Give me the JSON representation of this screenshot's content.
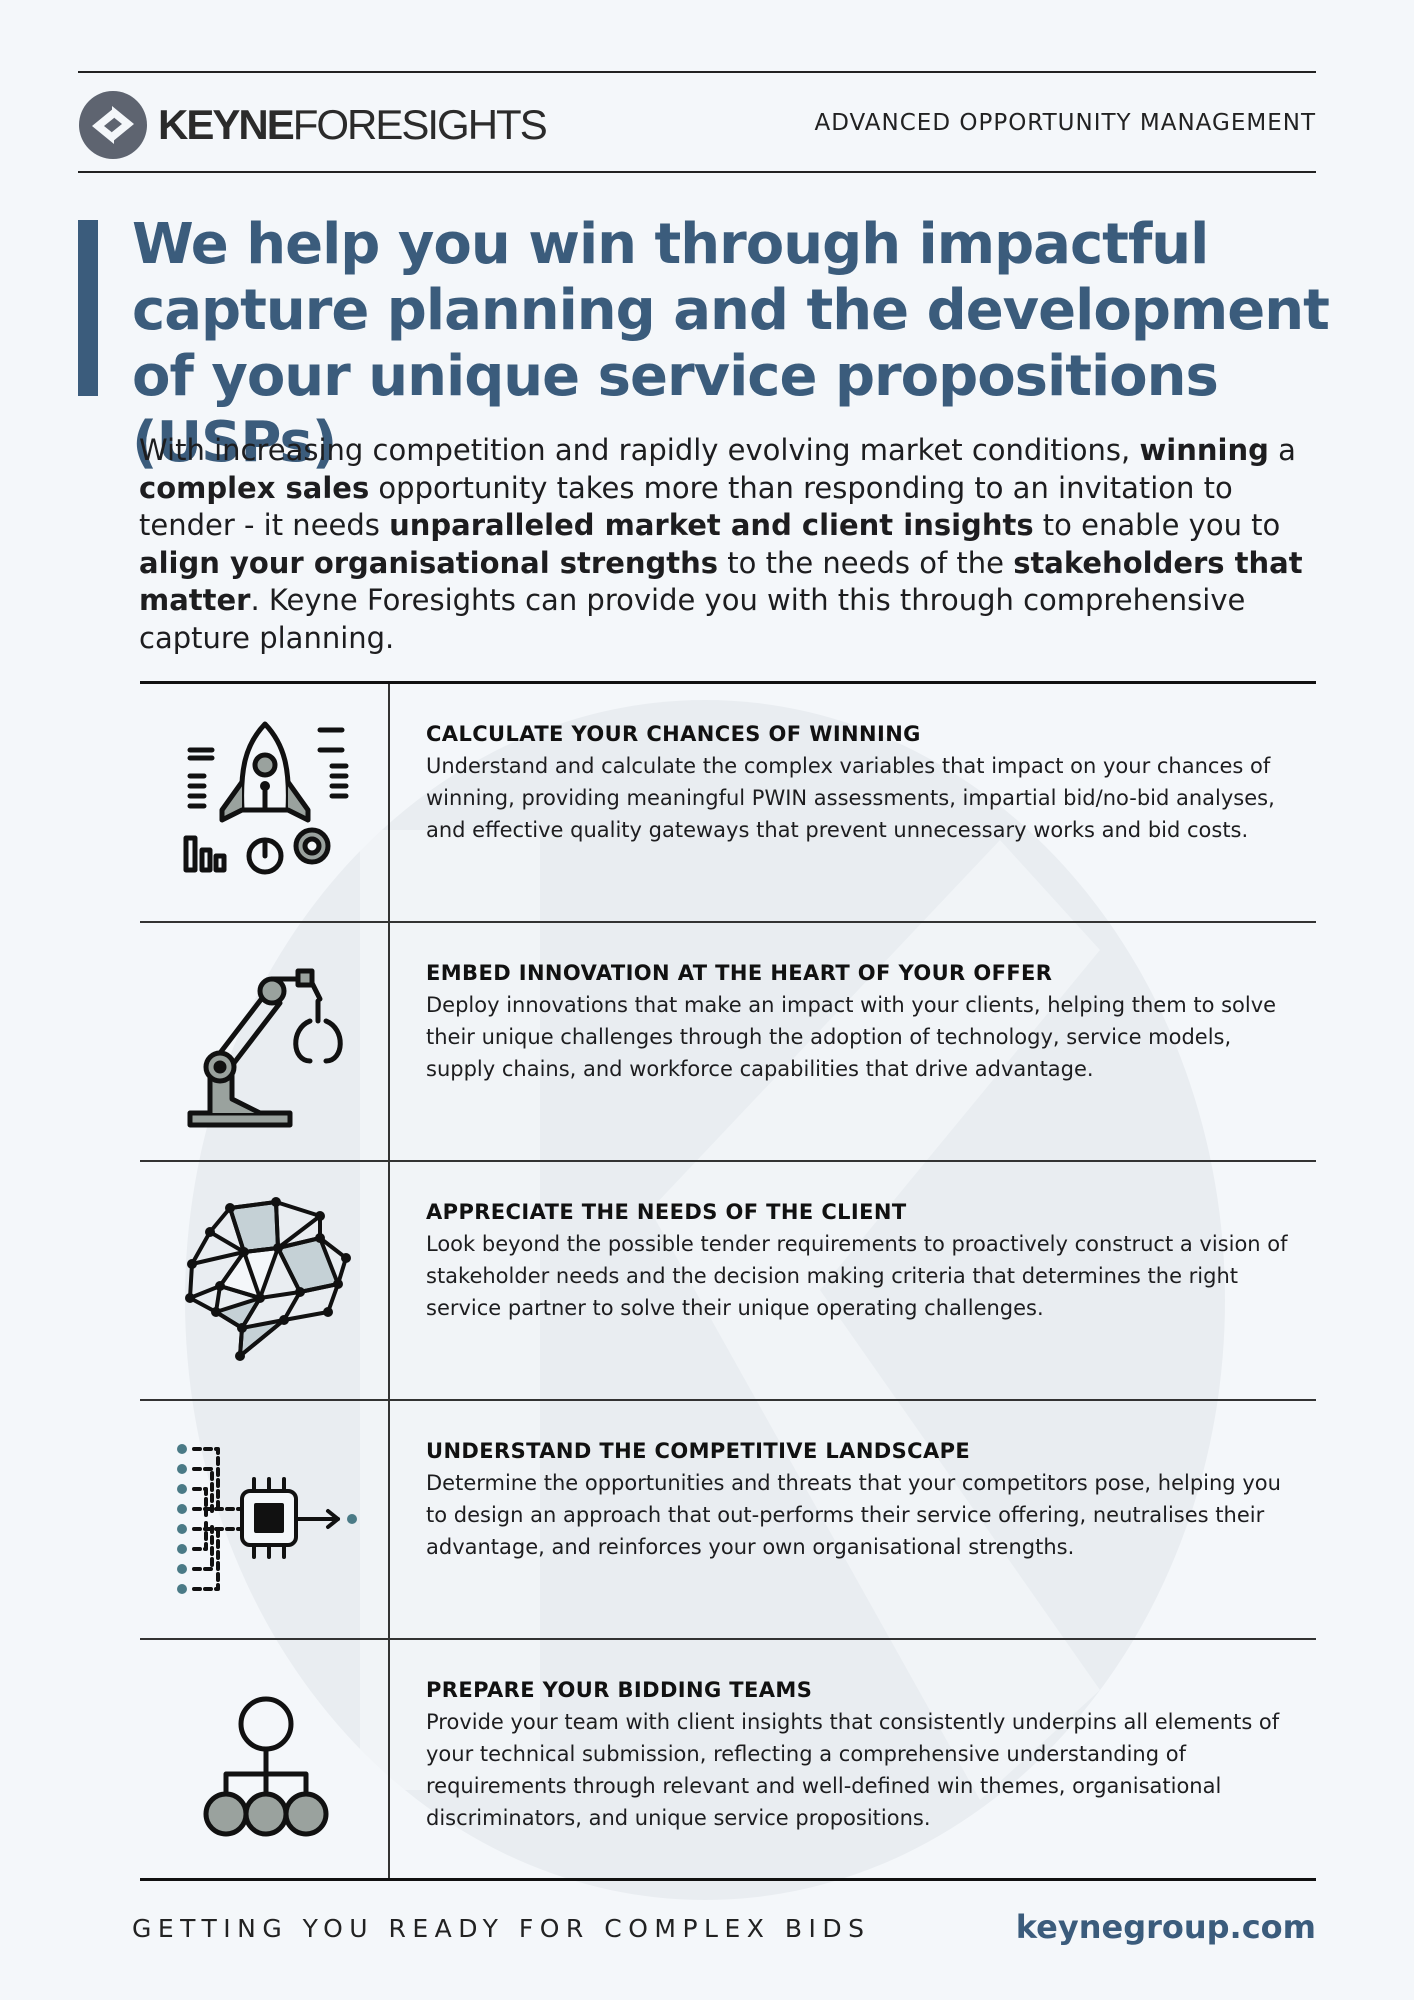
{
  "header": {
    "logo_text": "KEYNEFORESIGHTS",
    "logo_bold": "KEYNE",
    "logo_light": "FORESIGHTS",
    "tagline": "ADVANCED OPPORTUNITY MANAGEMENT"
  },
  "headline": "We help you win through impactful capture planning and the development of your unique service propositions (USPs)",
  "intro": {
    "p1": "With increasing competition and rapidly evolving market conditions, ",
    "b1": "winning",
    "p2": " a ",
    "b2": "complex sales",
    "p3": " opportunity takes more than responding to an invitation to tender - it needs ",
    "b3": "unparalleled market and client insights",
    "p4": " to enable you to ",
    "b4": "align your organisational strengths",
    "p5": " to the needs of the ",
    "b5": "stakeholders that matter",
    "p6": ". Keyne Foresights can provide you with this through comprehensive capture planning."
  },
  "services": [
    {
      "icon": "rocket-icon",
      "title": "CALCULATE YOUR CHANCES OF WINNING",
      "body": "Understand and calculate the complex variables that impact on your chances of winning, providing meaningful PWIN assessments, impartial bid/no-bid analyses, and effective quality gateways that prevent unnecessary works and bid costs."
    },
    {
      "icon": "robotic-arm-icon",
      "title": "EMBED INNOVATION AT THE HEART OF YOUR OFFER",
      "body": "Deploy innovations that make an impact with your clients, helping them to solve their unique challenges through the adoption of technology, service models, supply chains, and workforce capabilities that drive advantage."
    },
    {
      "icon": "brain-network-icon",
      "title": "APPRECIATE THE NEEDS OF THE CLIENT",
      "body": "Look beyond the possible tender requirements to proactively construct a vision of stakeholder needs and the decision making criteria that determines the right service partner to solve their unique operating challenges."
    },
    {
      "icon": "processor-chip-icon",
      "title": "UNDERSTAND THE COMPETITIVE LANDSCAPE",
      "body": "Determine the opportunities and threats that your competitors pose, helping you to design an approach that out-performs their service offering, neutralises their advantage, and reinforces your own organisational strengths."
    },
    {
      "icon": "team-hierarchy-icon",
      "title": "PREPARE YOUR BIDDING TEAMS",
      "body": "Provide your team with client insights that consistently underpins all elements of your technical submission, reflecting a comprehensive understanding of requirements through relevant and well-defined win themes, organisational discriminators, and unique service propositions."
    }
  ],
  "footer": {
    "slogan": "GETTING YOU READY FOR COMPLEX BIDS",
    "website": "keynegroup.com"
  },
  "colors": {
    "accent": "#3b5c7c",
    "background": "#f4f7fa",
    "icon_fill": "#9aa29e",
    "icon_teal": "#4a7a86"
  }
}
